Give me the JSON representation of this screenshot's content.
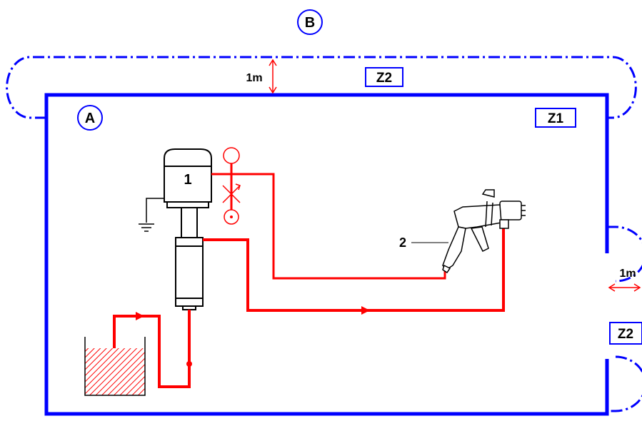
{
  "zones": {
    "area_a": {
      "label": "A"
    },
    "area_b": {
      "label": "B"
    },
    "zone_inner": {
      "label": "Z1"
    },
    "zone_outer_top": {
      "label": "Z2"
    },
    "zone_outer_right": {
      "label": "Z2"
    }
  },
  "dimensions": {
    "top_distance": "1m",
    "right_distance": "1m"
  },
  "components": {
    "pump": {
      "number": "1"
    },
    "spray_gun": {
      "number": "2"
    }
  },
  "icons": {
    "pump": "pump-icon",
    "ground": "ground-icon",
    "air_regulator": "air-regulator-icon",
    "spray_gun": "spray-gun-icon",
    "paint_container": "paint-container-icon",
    "flow_arrow": "flow-arrow-icon"
  },
  "colors": {
    "zone_boundary": "#0000ff",
    "fluid_line": "#ff0000",
    "equipment": "#000000",
    "background": "#ffffff"
  }
}
